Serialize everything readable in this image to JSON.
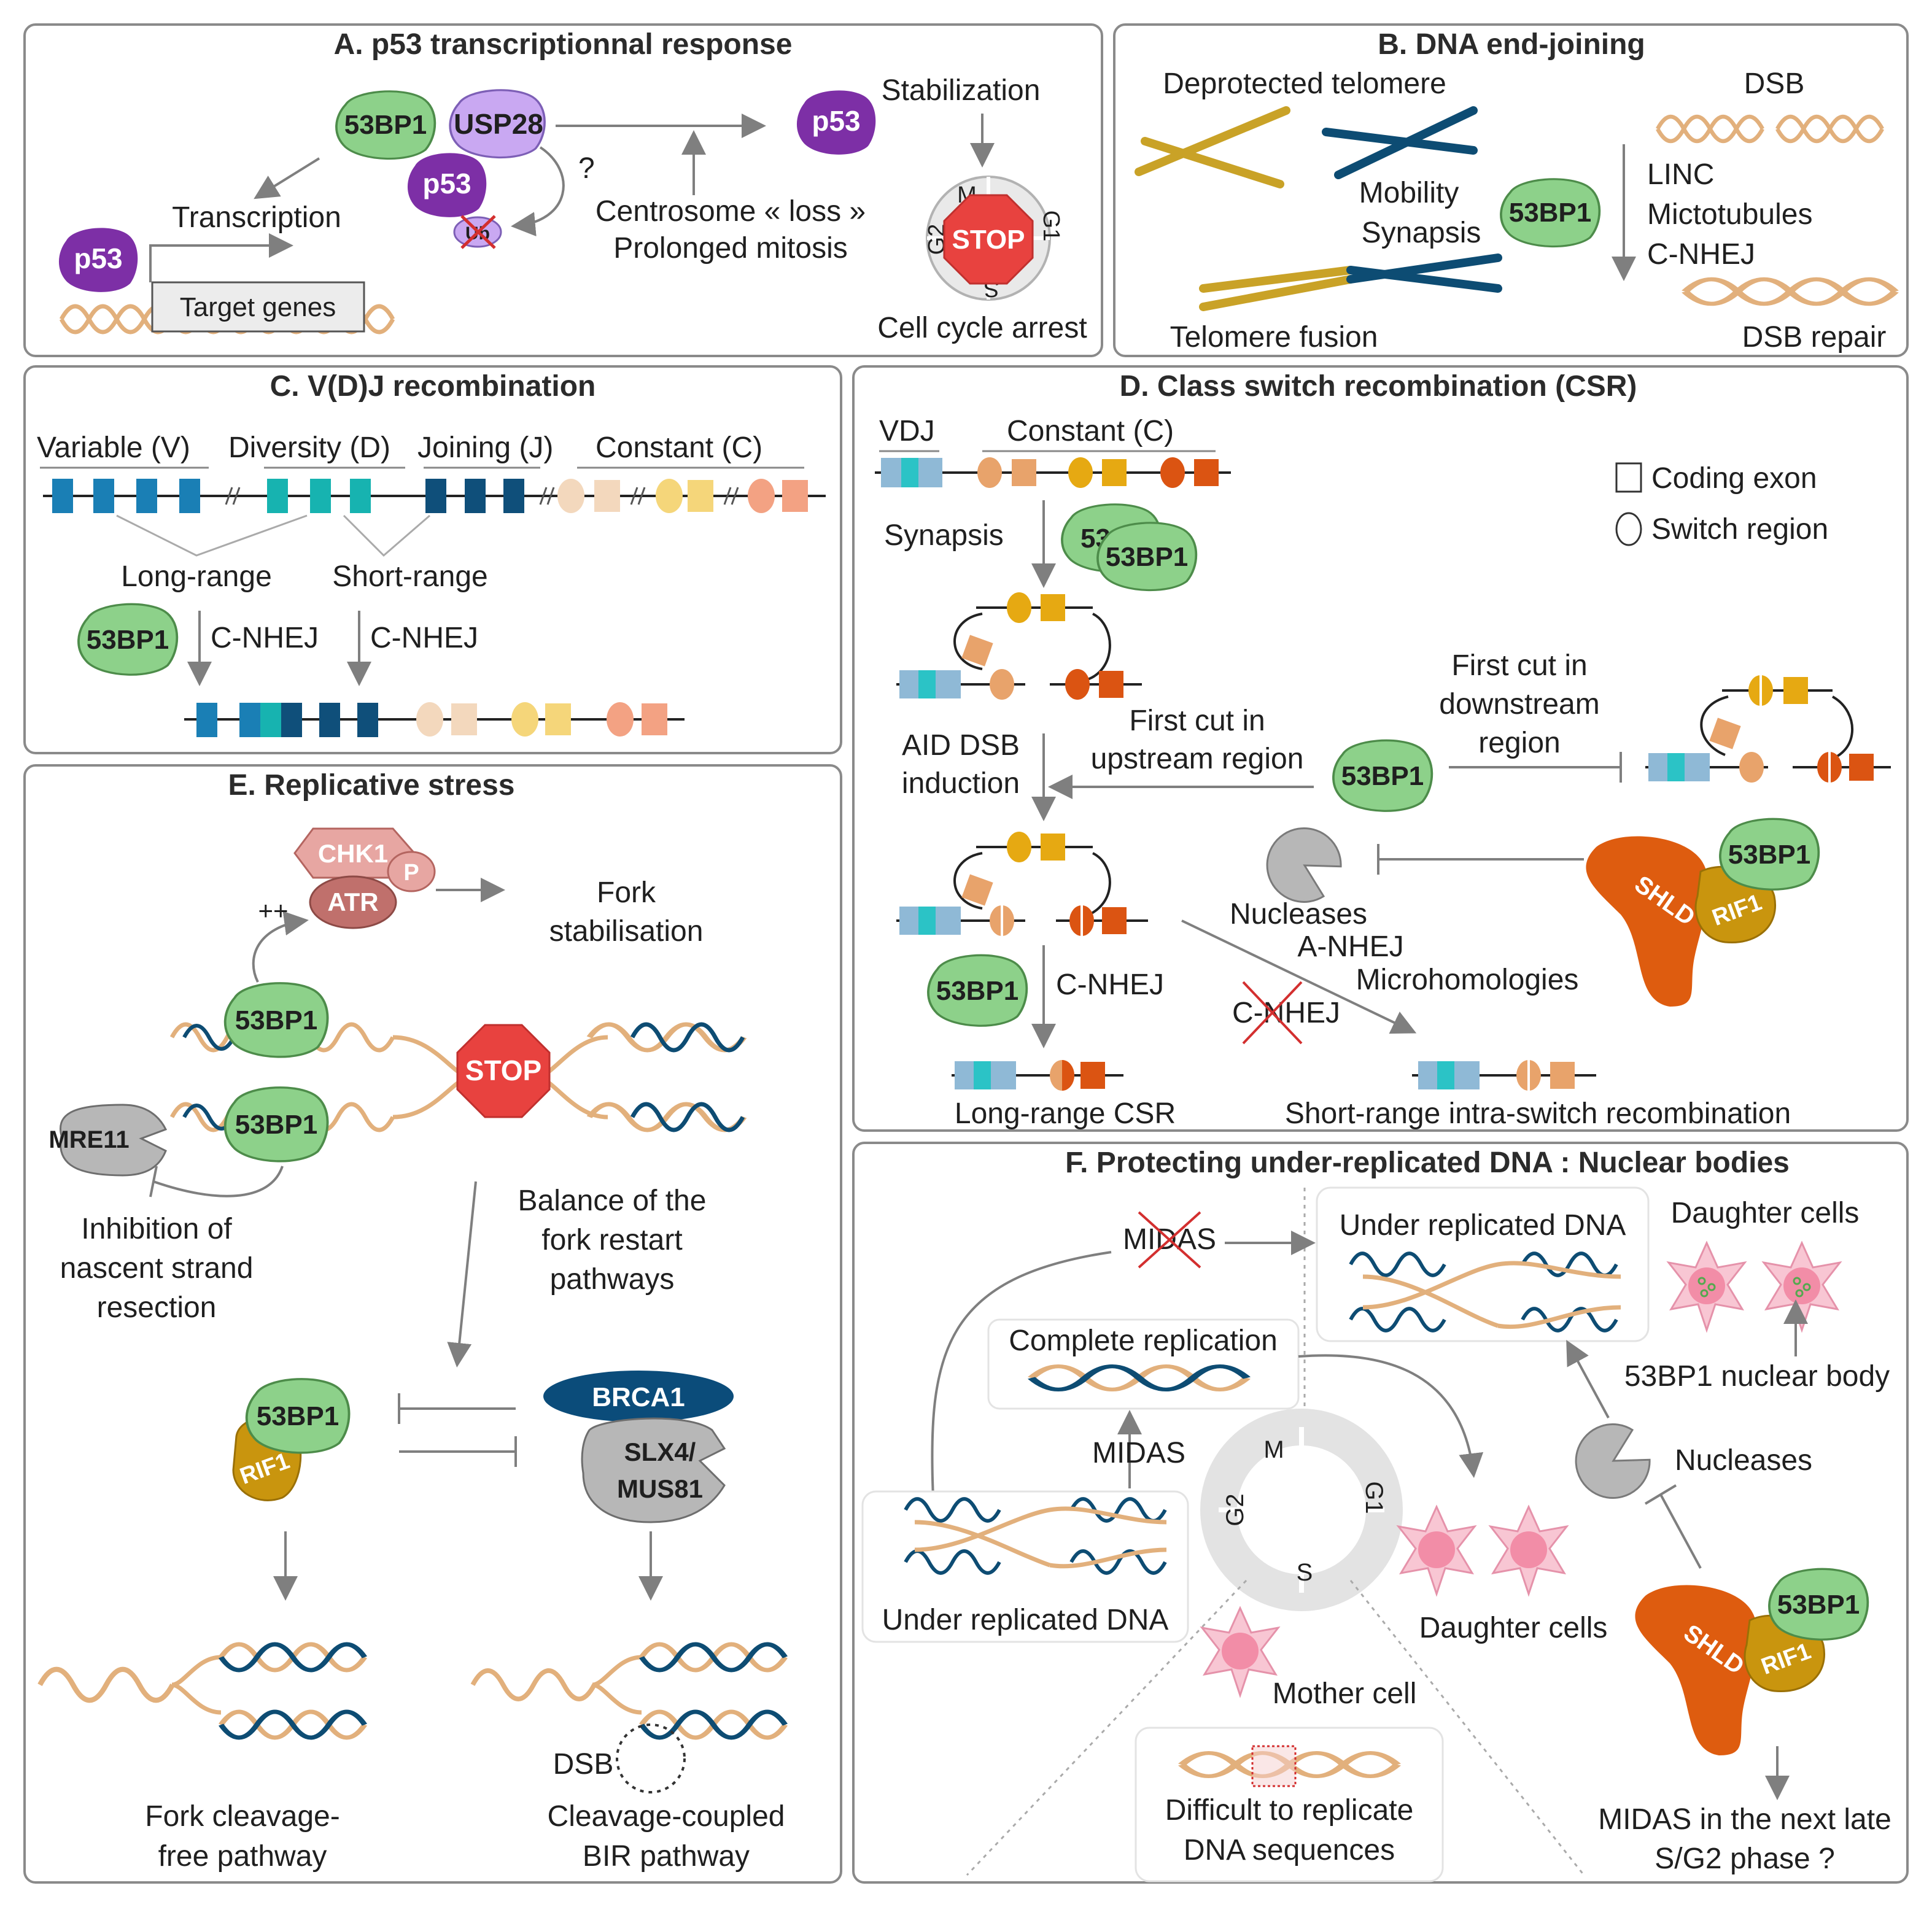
{
  "colors": {
    "green_protein": "#8dd18a",
    "purple_p53": "#7d2fa6",
    "lilac_usp28": "#c9a8f2",
    "dna_tan": "#e2b07c",
    "dna_blue": "#0d4c73",
    "gold_telomere": "#c9a227",
    "stop_red": "#e8423f",
    "shld_orange": "#de5c0f",
    "rif1_gold": "#c9950e",
    "grey_nuclease": "#b7b7b7",
    "navy_brca1": "#0b4c7a",
    "chk1_pink": "#e7a6a2",
    "atr_rose": "#c0706c",
    "cell_pink": "#f6b4c6",
    "panel_border": "#8a8a8a",
    "arrow_grey": "#7f7f7f"
  },
  "panels": {
    "A": {
      "title": "A. p53 transcriptionnal response",
      "labels": {
        "p53": "p53",
        "bp1": "53BP1",
        "usp28": "USP28",
        "ub": "Ub",
        "question": "?",
        "transcription": "Transcription",
        "target_genes": "Target genes",
        "stabilization": "Stabilization",
        "centrosome": "Centrosome « loss »",
        "mitosis": "Prolonged mitosis",
        "stop": "STOP",
        "m": "M",
        "g1": "G1",
        "s": "S",
        "g2": "G2",
        "arrest": "Cell cycle arrest"
      }
    },
    "B": {
      "title": "B. DNA end-joining",
      "labels": {
        "deprotected": "Deprotected telomere",
        "dsb": "DSB",
        "mobility": "Mobility",
        "synapsis": "Synapsis",
        "bp1": "53BP1",
        "linc": "LINC",
        "microtubules": "Mictotubules",
        "cnhej": "C-NHEJ",
        "fusion": "Telomere fusion",
        "repair": "DSB repair"
      }
    },
    "C": {
      "title": "C. V(D)J recombination",
      "labels": {
        "variable": "Variable (V)",
        "diversity": "Diversity (D)",
        "joining": "Joining (J)",
        "constant": "Constant (C)",
        "long_range": "Long-range",
        "short_range": "Short-range",
        "bp1": "53BP1",
        "cnhej1": "C-NHEJ",
        "cnhej2": "C-NHEJ"
      }
    },
    "D": {
      "title": "D. Class switch recombination (CSR)",
      "labels": {
        "vdj": "VDJ",
        "constant": "Constant (C)",
        "coding_exon": "Coding exon",
        "switch_region": "Switch region",
        "synapsis": "Synapsis",
        "bp1_syn_back": "53",
        "bp1_syn": "53BP1",
        "aid1": "AID DSB",
        "aid2": "induction",
        "first_up1": "First cut in",
        "first_up2": "upstream region",
        "first_down1": "First cut in",
        "first_down2": "downstream",
        "first_down3": "region",
        "bp1_mid": "53BP1",
        "nucleases": "Nucleases",
        "anhej": "A-NHEJ",
        "microhom": "Microhomologies",
        "cnhej_crossed": "C-NHEJ",
        "bp1_low": "53BP1",
        "cnhej_low": "C-NHEJ",
        "shld": "SHLD",
        "rif1": "RIF1",
        "bp1_shld": "53BP1",
        "long_csr": "Long-range CSR",
        "short_csr": "Short-range intra-switch recombination"
      }
    },
    "E": {
      "title": "E. Replicative stress",
      "labels": {
        "chk1": "CHK1",
        "p": "P",
        "atr": "ATR",
        "plusplus": "++",
        "fork_stab1": "Fork",
        "fork_stab2": "stabilisation",
        "bp1_top": "53BP1",
        "bp1_bottom": "53BP1",
        "stop": "STOP",
        "mre11": "MRE11",
        "inhib1": "Inhibition of",
        "inhib2": "nascent strand",
        "inhib3": "resection",
        "balance1": "Balance of the",
        "balance2": "fork restart",
        "balance3": "pathways",
        "bp1_rif": "53BP1",
        "rif1": "RIF1",
        "brca1": "BRCA1",
        "slx4": "SLX4/",
        "mus81": "MUS81",
        "dsb": "DSB",
        "free1": "Fork cleavage-",
        "free2": "free pathway",
        "bir1": "Cleavage-coupled",
        "bir2": "BIR pathway"
      }
    },
    "F": {
      "title": "F. Protecting under-replicated DNA : Nuclear bodies",
      "labels": {
        "midas_crossed": "MIDAS",
        "under_top": "Under replicated DNA",
        "daughter_top": "Daughter cells",
        "complete": "Complete replication",
        "body": "53BP1 nuclear body",
        "midas": "MIDAS",
        "m": "M",
        "g1": "G1",
        "g2": "G2",
        "s": "S",
        "nucleases": "Nucleases",
        "under_left": "Under replicated DNA",
        "daughter_mid": "Daughter cells",
        "mother": "Mother cell",
        "shld": "SHLD",
        "rif1": "RIF1",
        "bp1": "53BP1",
        "difficult1": "Difficult to replicate",
        "difficult2": "DNA sequences",
        "next1": "MIDAS in the next late",
        "next2": "S/G2 phase ?"
      }
    }
  }
}
